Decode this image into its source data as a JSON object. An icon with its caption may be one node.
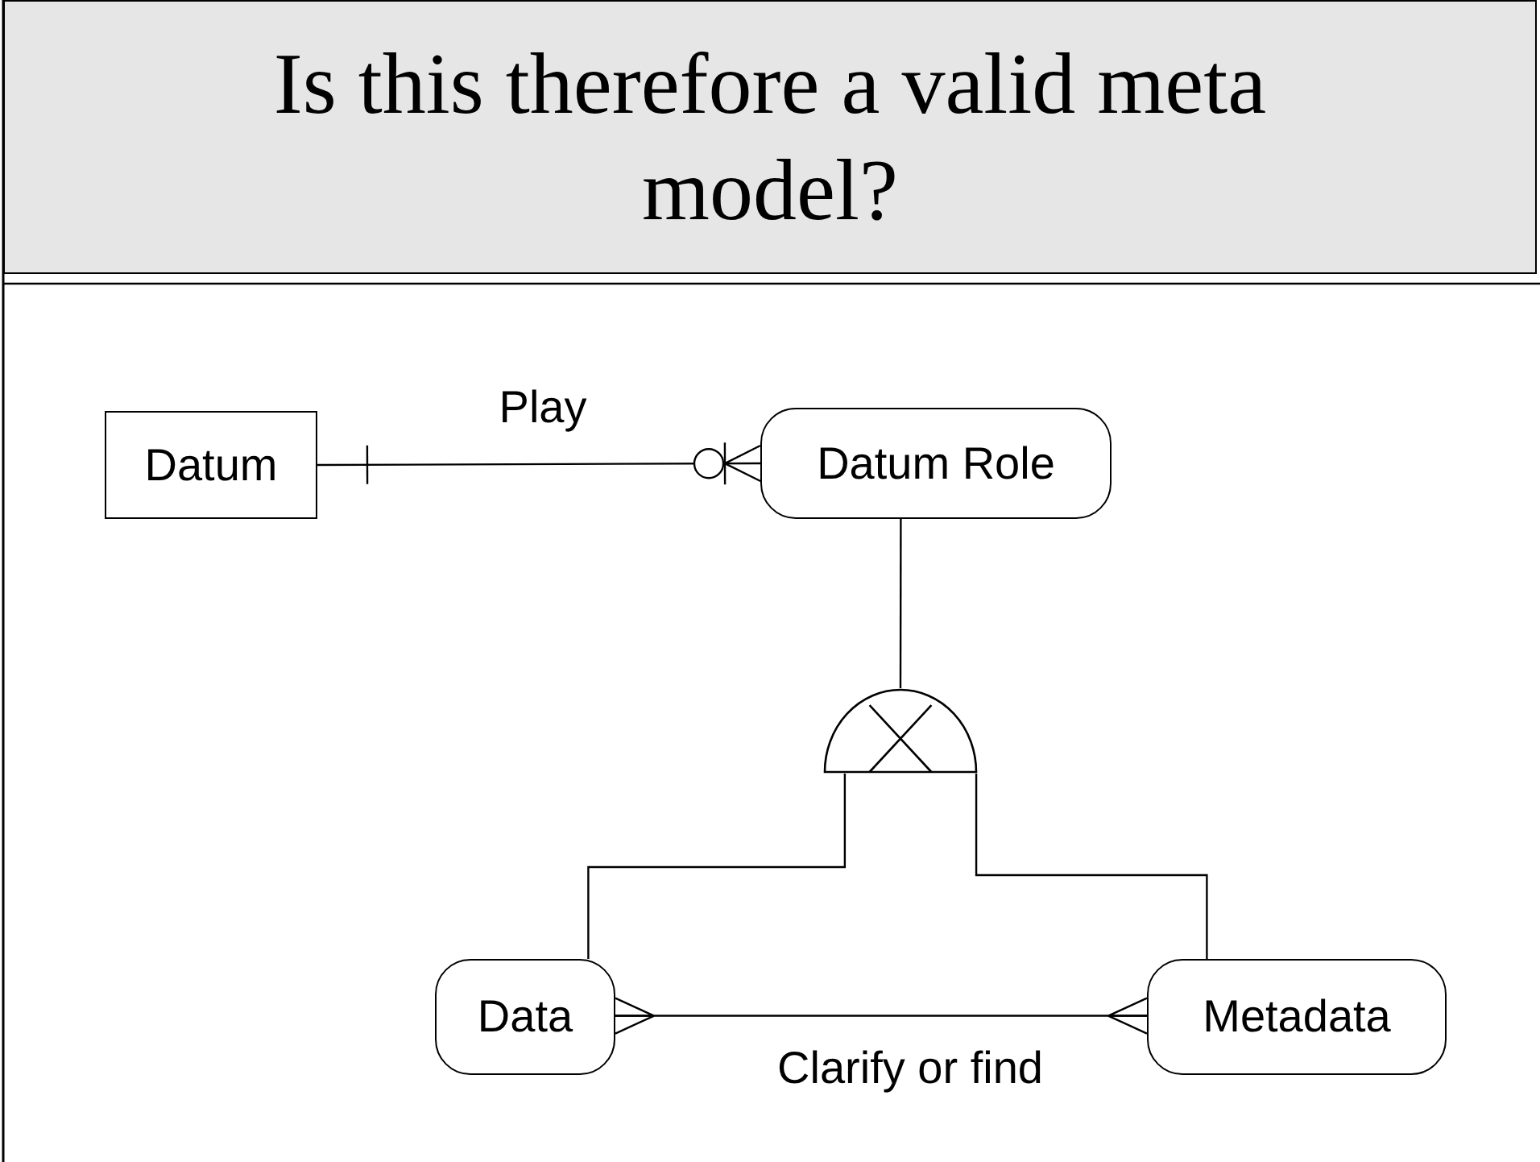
{
  "diagram": {
    "title": "Is this therefore a valid meta model?",
    "nodes": [
      {
        "text": [
          "Datum"
        ]
      },
      {
        "text": [
          "Datum Role"
        ]
      },
      {
        "text": [],
        "shape": "semicircle"
      },
      {
        "text": [
          "Data"
        ]
      },
      {
        "text": [
          "Metadata"
        ]
      }
    ],
    "edges": [
      {
        "from": 0,
        "to": 1,
        "arrow": "other",
        "label": "Play"
      },
      {
        "from": 1,
        "to": 2,
        "arrow": "none"
      },
      {
        "from": 2,
        "to": 3,
        "arrow": "none"
      },
      {
        "from": 2,
        "to": 4,
        "arrow": "none"
      },
      {
        "from": 3,
        "to": 4,
        "arrow": "other",
        "label": "Clarify or find"
      }
    ]
  }
}
